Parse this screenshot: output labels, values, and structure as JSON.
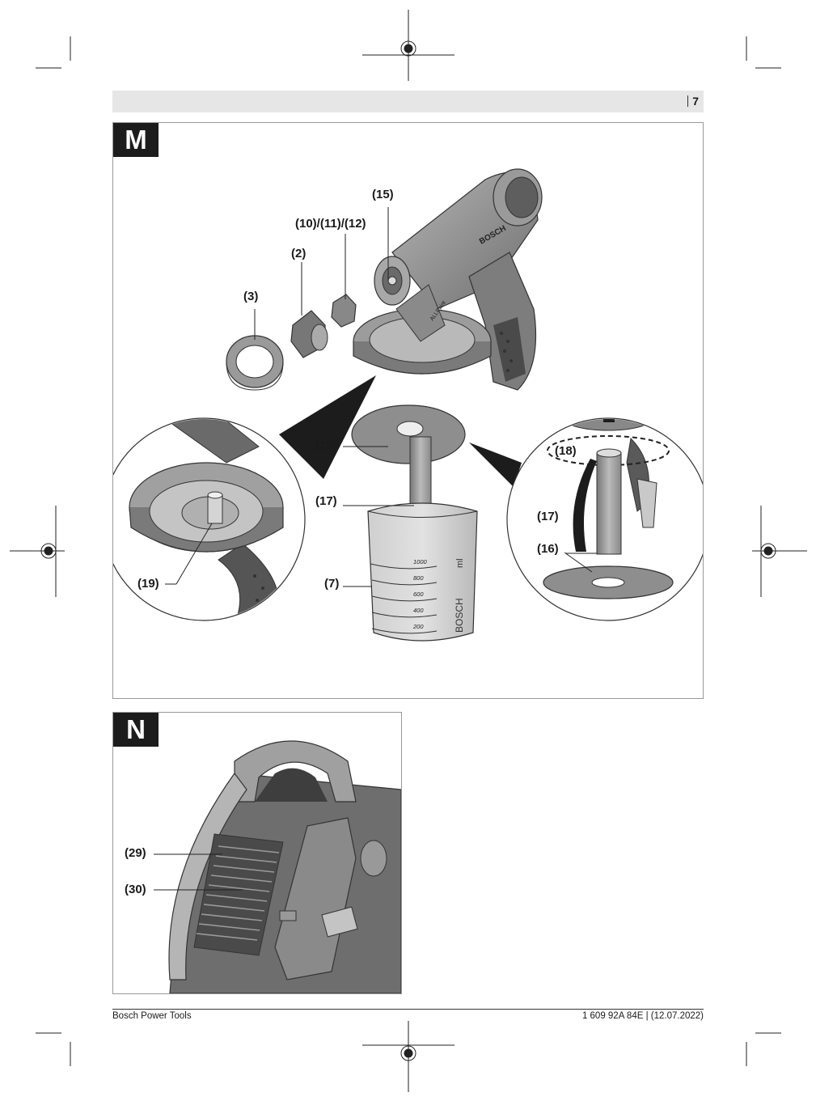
{
  "header": {
    "page_number": "7"
  },
  "figure_m": {
    "tag": "M",
    "callouts": {
      "c15": "(15)",
      "c10_11_12": "(10)/(11)/(12)",
      "c2": "(2)",
      "c3": "(3)",
      "c16": "(16)",
      "c17": "(17)",
      "c19": "(19)",
      "c7": "(7)",
      "c18_detail": "(18)",
      "c17_detail": "(17)",
      "c16_detail": "(16)"
    },
    "gun_brand": "BOSCH",
    "gun_model": "ALLPaint",
    "cup_brand": "BOSCH",
    "cup_unit": "ml",
    "cup_scale": [
      "1000",
      "800",
      "600",
      "400",
      "200"
    ]
  },
  "figure_n": {
    "tag": "N",
    "callouts": {
      "c29": "(29)",
      "c30": "(30)"
    }
  },
  "footer": {
    "left": "Bosch Power Tools",
    "right": "1 609 92A 84E | (12.07.2022)"
  },
  "colors": {
    "tag_bg": "#1c1c1c",
    "header_bar": "#e6e6e6",
    "product_dark": "#5a5a5a",
    "product_mid": "#8c8c8c",
    "product_light": "#c8c8c8"
  }
}
